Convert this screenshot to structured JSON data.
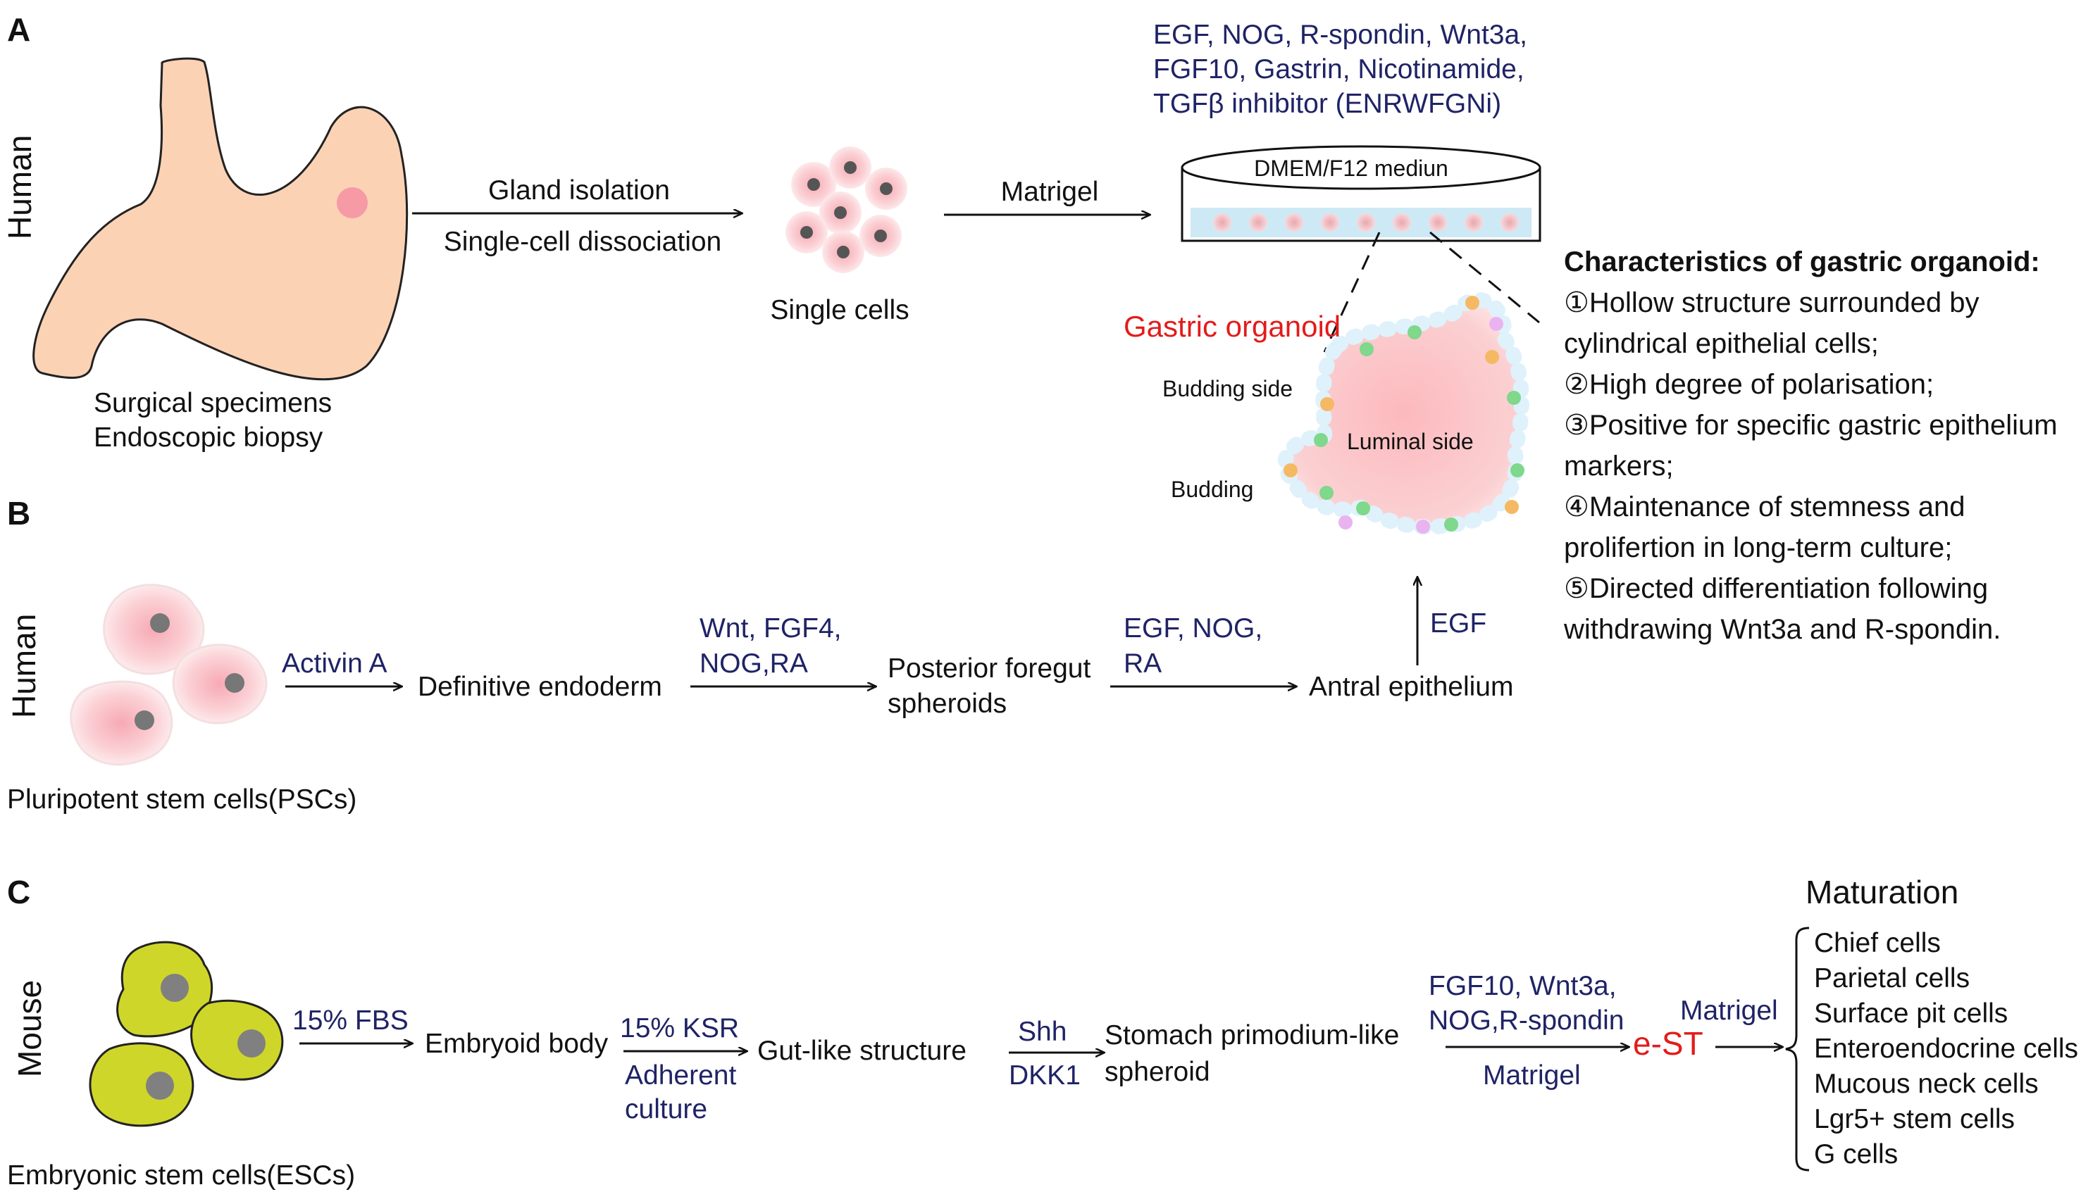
{
  "colors": {
    "accent_text": "#1f2366",
    "highlight_red": "#e31b1b",
    "stomach_fill": "#fcd2b5",
    "mouse_cell_fill": "#cfd62a",
    "culture_band": "#cde9f5"
  },
  "panel_a": {
    "label": "A",
    "species": "Human",
    "factors": [
      "EGF, NOG, R-spondin, Wnt3a,",
      "FGF10, Gastrin, Nicotinamide,",
      "TGFβ inhibitor (ENRWFGNi)"
    ],
    "step1": [
      "Gland isolation",
      "Single-cell dissociation"
    ],
    "source": [
      "Surgical specimens",
      "Endoscopic biopsy"
    ],
    "single_cells": "Single cells",
    "matrigel": "Matrigel",
    "dish": "DMEM/F12 mediun",
    "organoid_title": "Gastric organoid",
    "budding_side": "Budding side",
    "budding": "Budding",
    "luminal_side": "Luminal side"
  },
  "characteristics": {
    "title": "Characteristics of gastric organoid:",
    "lines": [
      "①Hollow structure surrounded by",
      "cylindrical epithelial cells;",
      "②High degree of polarisation;",
      "③Positive for specific gastric epithelium",
      "markers;",
      "④Maintenance of stemness and",
      "prolifertion in long-term culture;",
      "⑤Directed differentiation following",
      "withdrawing Wnt3a and R-spondin."
    ]
  },
  "panel_b": {
    "label": "B",
    "species": "Human",
    "psc": "Pluripotent stem cells(PSCs)",
    "f1": "Activin A",
    "s1": "Definitive endoderm",
    "f2": [
      "Wnt, FGF4,",
      "NOG,RA"
    ],
    "s2": [
      "Posterior foregut",
      "spheroids"
    ],
    "f3": [
      "EGF, NOG,",
      "RA"
    ],
    "s3": "Antral epithelium",
    "f4": "EGF"
  },
  "panel_c": {
    "label": "C",
    "species": "Mouse",
    "esc": "Embryonic stem cells(ESCs)",
    "f1": "15% FBS",
    "s1": "Embryoid body",
    "f2": [
      "15% KSR",
      "Adherent",
      "culture"
    ],
    "s2": "Gut-like structure",
    "f3": [
      "Shh",
      "DKK1"
    ],
    "s3": [
      "Stomach primodium-like",
      "spheroid"
    ],
    "f4": [
      "FGF10, Wnt3a,",
      "NOG,R-spondin",
      "Matrigel"
    ],
    "est": "e-ST",
    "f5": "Matrigel",
    "maturation": "Maturation",
    "cells": [
      "Chief cells",
      "Parietal cells",
      "Surface pit cells",
      "Enteroendocrine cells",
      "Mucous neck cells",
      "Lgr5+ stem cells",
      "G cells"
    ]
  }
}
